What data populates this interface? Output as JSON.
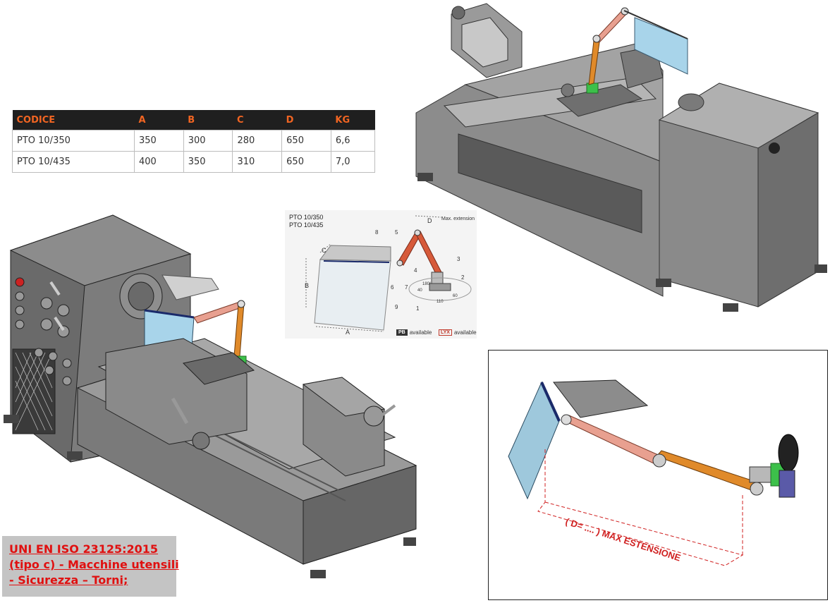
{
  "table": {
    "headers": [
      "CODICE",
      "A",
      "B",
      "C",
      "D",
      "KG"
    ],
    "rows": [
      [
        "PTO 10/350",
        "350",
        "300",
        "280",
        "650",
        "6,6"
      ],
      [
        "PTO 10/435",
        "400",
        "350",
        "310",
        "650",
        "7,0"
      ]
    ]
  },
  "diagram": {
    "header_line1": "PTO 10/350",
    "header_line2": "PTO 10/435",
    "max_extension": "Max. extension",
    "dim_a": "A",
    "dim_b": "B",
    "dim_c": "C",
    "dim_d": "D",
    "part_numbers": [
      "1",
      "2",
      "3",
      "4",
      "5",
      "6",
      "7",
      "8",
      "9"
    ],
    "angle_label": "180°",
    "dim_40": "40",
    "dim_60": "60",
    "dim_110": "110",
    "pb_logo": "PB",
    "pb_available": "available",
    "lyx_logo": "LYX",
    "lyx_available": "available"
  },
  "detail": {
    "max_label": "( D= .... )  MAX ESTENSIONE"
  },
  "norm": {
    "line1": "UNI EN ISO 23125:2015",
    "line2": "(tipo c) - Macchine utensili",
    "line3": "- Sicurezza – Torni;"
  },
  "colors": {
    "table_header_bg": "#1f1f1f",
    "table_header_text": "#f26522",
    "machine_gray": "#8a8a8a",
    "guard_blue": "#a8d4ea",
    "arm_orange": "#e08a2a",
    "arm_pink": "#e8a090",
    "norm_red": "#e01010"
  }
}
